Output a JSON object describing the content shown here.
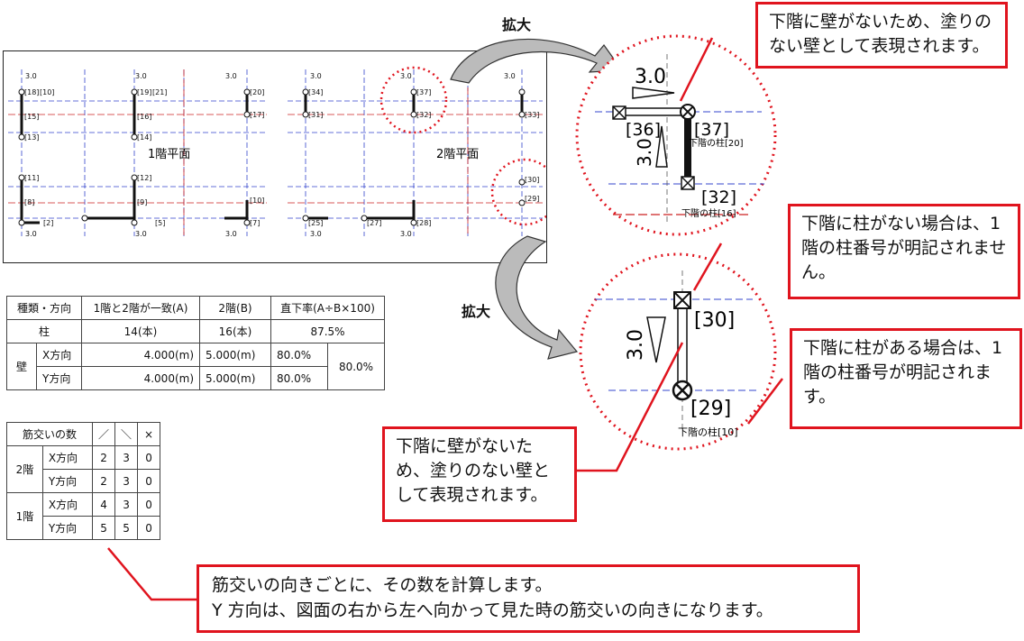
{
  "plans": {
    "floor1_label": "1階平面",
    "floor2_label": "2階平面",
    "dim": "3.0",
    "f1_cols": [
      "[18]",
      "[10]",
      "[15]",
      "[13]",
      "[19]",
      "[21]",
      "[16]",
      "[14]",
      "[20]",
      "[17]",
      "[11]",
      "[12]",
      "[10]",
      "[8]",
      "[2]",
      "[9]",
      "[5]",
      "[7]"
    ],
    "f2_cols": [
      "[34]",
      "[37]",
      "[32]",
      "[31]",
      "[33]",
      "[30]",
      "[29]",
      "[28]",
      "[25]",
      "[27]"
    ]
  },
  "zoom_label_top": "拡大",
  "zoom_label_bottom": "拡大",
  "zoom1": {
    "dim_h": "3.0",
    "dim_v": "3.0",
    "col_36": "[36]",
    "col_37": "[37]",
    "col_37_sub": "下階の柱[20]",
    "col_32": "[32]",
    "col_32_sub": "下階の柱[16]"
  },
  "zoom2": {
    "dim_v": "3.0",
    "col_30": "[30]",
    "col_29": "[29]",
    "col_29_sub": "下階の柱[10]"
  },
  "callouts": {
    "top_right": "下階に壁がないため、塗りのない壁として表現されます。",
    "no_column": "下階に柱がない場合は、1階の柱番号が明記されません。",
    "has_column": "下階に柱がある場合は、1階の柱番号が明記されます。",
    "no_wall": "下階に壁がないため、塗りのない壁として表現されます。",
    "bottom_line1": "筋交いの向きごとに、その数を計算します。",
    "bottom_line2": "Y 方向は、図面の右から左へ向かって見た時の筋交いの向きになります。"
  },
  "table1": {
    "h_kind": "種類・方向",
    "h_match": "1階と2階が一致(A)",
    "h_f2": "2階(B)",
    "h_rate": "直下率(A÷B×100)",
    "col_label": "柱",
    "col_match": "14(本)",
    "col_f2": "16(本)",
    "col_rate": "87.5%",
    "wall_label": "壁",
    "x_dir": "X方向",
    "x_match": "4.000(m)",
    "x_f2": "5.000(m)",
    "x_rate": "80.0%",
    "y_dir": "Y方向",
    "y_match": "4.000(m)",
    "y_f2": "5.000(m)",
    "y_rate": "80.0%",
    "wall_total": "80.0%"
  },
  "table2": {
    "h_count": "筋交いの数",
    "h_s1": "／",
    "h_s2": "＼",
    "h_s3": "×",
    "f2": "2階",
    "f1": "1階",
    "x_dir": "X方向",
    "y_dir": "Y方向",
    "rows": [
      [
        "2",
        "3",
        "0"
      ],
      [
        "2",
        "3",
        "0"
      ],
      [
        "4",
        "3",
        "0"
      ],
      [
        "5",
        "5",
        "0"
      ]
    ]
  }
}
